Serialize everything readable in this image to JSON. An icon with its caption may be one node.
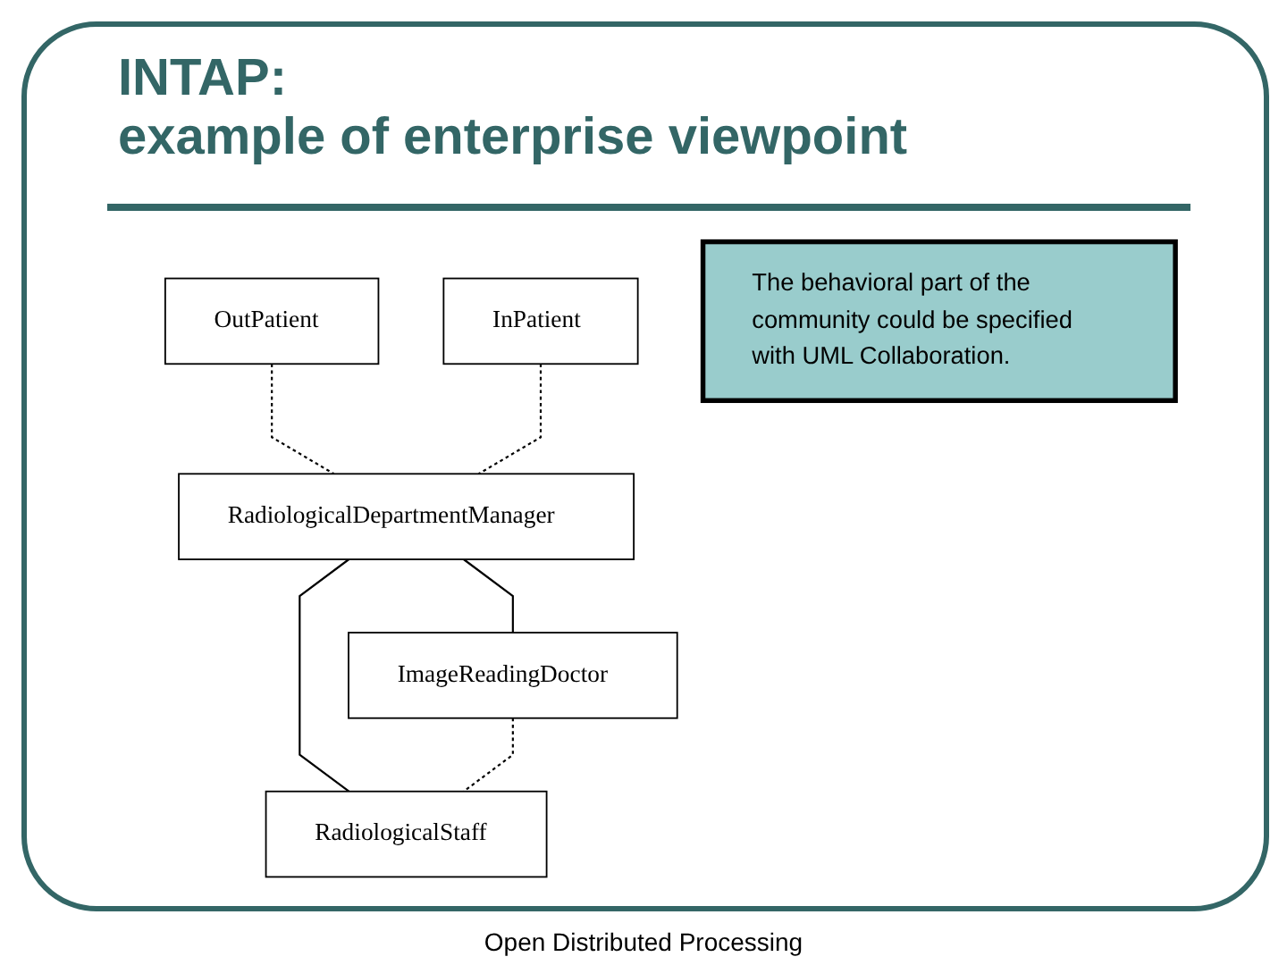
{
  "diagram": {
    "title": "INTAP: example of enterprise viewpoint",
    "caption": "Open Distributed Processing",
    "nodes": [
      {
        "text": [
          "OutPatient"
        ]
      },
      {
        "text": [
          "InPatient"
        ]
      },
      {
        "text": [
          "RadiologicalDepartmentManager"
        ]
      },
      {
        "text": [
          "ImageReadingDoctor"
        ]
      },
      {
        "text": [
          "RadiologicalStaff"
        ]
      },
      {
        "text": [
          "The behavioral part of the community could be specified with UML Collaboration."
        ]
      }
    ],
    "edges": [
      {
        "from": 0,
        "to": 2,
        "arrow": "none",
        "style": "dashed"
      },
      {
        "from": 1,
        "to": 2,
        "arrow": "none",
        "style": "dashed"
      },
      {
        "from": 2,
        "to": 3,
        "arrow": "none"
      },
      {
        "from": 2,
        "to": 4,
        "arrow": "none"
      },
      {
        "from": 3,
        "to": 4,
        "arrow": "none",
        "style": "dashed"
      }
    ]
  }
}
